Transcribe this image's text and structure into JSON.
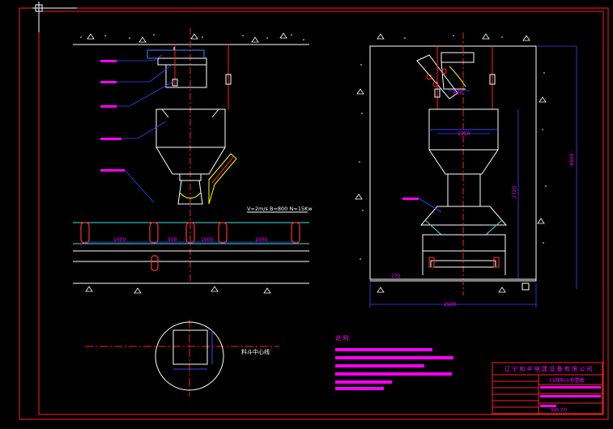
{
  "colors": {
    "background": "#000000",
    "frame_red": "#ff2020",
    "outline_white": "#ffffff",
    "dimension_blue": "#4040ff",
    "note_magenta": "#ff00ff",
    "center_red": "#ff2020",
    "chute_yellow": "#ffff00",
    "roller_red": "#ff3030",
    "belt_cyan": "#40e0e0"
  },
  "left_view": {
    "flow_annotation": "V=2m/s B=800 N=15Kw",
    "dims": [
      "1000",
      "500",
      "1000",
      "1000"
    ]
  },
  "plan_view": {
    "label": "料斗中心线"
  },
  "right_view": {
    "dims": {
      "vertical_total": "4800",
      "vertical_lower": "2720",
      "bottom_left": "770",
      "bottom_total": "2500",
      "hopper_width": "1950",
      "top_small": "600"
    }
  },
  "notes": {
    "title": "说 明:"
  },
  "title_block": {
    "company": "辽 宁 和 丰 电 建 设 备 有 限 公 司",
    "drawing_name": "15吨料斗布置图",
    "drawing_no": "SSD-7/0"
  }
}
